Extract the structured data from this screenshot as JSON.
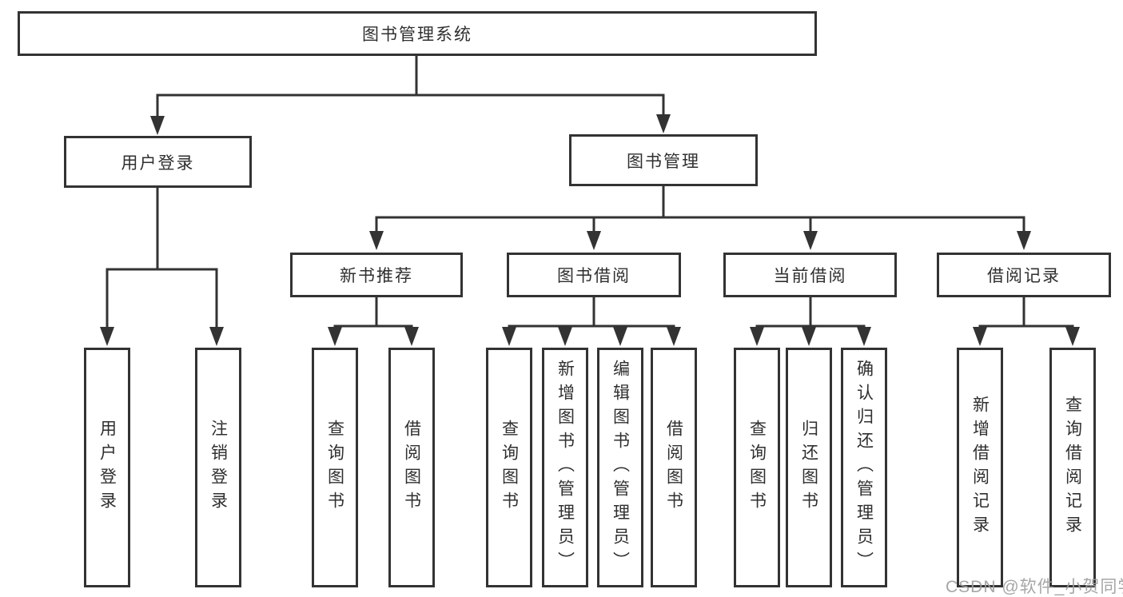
{
  "diagram_type": "functional-structure-tree",
  "tree": {
    "root": {
      "label": "图书管理系统",
      "children": [
        {
          "label": "用户登录",
          "children": [
            {
              "label": "用户登录"
            },
            {
              "label": "注销登录"
            }
          ]
        },
        {
          "label": "图书管理",
          "children": [
            {
              "label": "新书推荐",
              "children": [
                {
                  "label": "查询图书"
                },
                {
                  "label": "借阅图书"
                }
              ]
            },
            {
              "label": "图书借阅",
              "children": [
                {
                  "label": "查询图书"
                },
                {
                  "label": "新增图书（管理员）"
                },
                {
                  "label": "编辑图书（管理员）"
                },
                {
                  "label": "借阅图书"
                }
              ]
            },
            {
              "label": "当前借阅",
              "children": [
                {
                  "label": "查询图书"
                },
                {
                  "label": "归还图书"
                },
                {
                  "label": "确认归还（管理员）"
                }
              ]
            },
            {
              "label": "借阅记录",
              "children": [
                {
                  "label": "新增借阅记录"
                },
                {
                  "label": "查询借阅记录"
                }
              ]
            }
          ]
        }
      ]
    }
  },
  "watermark": {
    "text": "CSDN @软件_小贺同学"
  },
  "colors": {
    "line": "#333333",
    "box_border": "#333333",
    "box_fill": "#ffffff",
    "text": "#2f2f2f",
    "watermark": "#9e9e9e",
    "background": "#ffffff"
  }
}
